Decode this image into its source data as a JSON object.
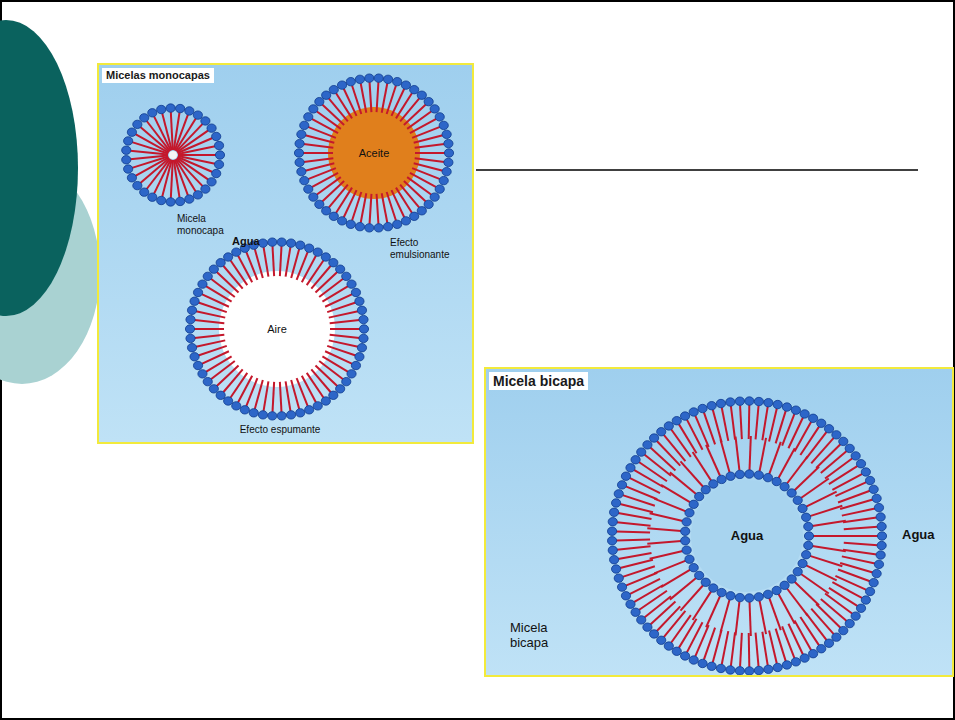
{
  "diagram": {
    "nodes": [
      {
        "text": [
          "Micelas monocapas"
        ]
      },
      {
        "text": [
          "Micela monocapa"
        ],
        "in": 0
      },
      {
        "text": [
          "Aceite",
          "Efecto emulsionante"
        ],
        "in": 0
      },
      {
        "text": [
          "Aire",
          "Efecto espumante"
        ],
        "in": 0
      },
      {
        "text": [
          "Micela bicapa"
        ]
      },
      {
        "text": [
          "Agua"
        ],
        "in": 4
      }
    ],
    "labels": [
      "Agua",
      "Agua",
      "Micela bicapa"
    ]
  }
}
